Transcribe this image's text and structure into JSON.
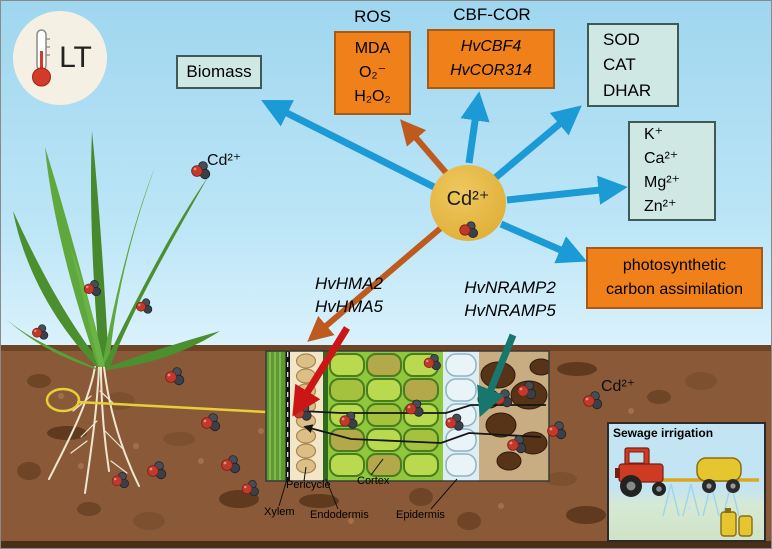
{
  "badge": {
    "label": "LT"
  },
  "nodes": {
    "biomass": {
      "label": "Biomass"
    },
    "ros": {
      "heading": "ROS",
      "lines": [
        "MDA",
        "O₂⁻",
        "H₂O₂"
      ]
    },
    "cbf_cor": {
      "heading": "CBF-COR",
      "lines": [
        "HvCBF4",
        "HvCOR314"
      ]
    },
    "antioxidants": {
      "lines": [
        "SOD",
        "CAT",
        "DHAR"
      ]
    },
    "ions": {
      "lines": [
        "K⁺",
        "Ca²⁺",
        "Mg²⁺",
        "Zn²⁺"
      ]
    },
    "photosynthesis": {
      "lines": [
        "photosynthetic",
        "carbon assimilation"
      ]
    },
    "center": {
      "label": "Cd²⁺"
    },
    "hma_transporters": {
      "lines": [
        "HvHMA2",
        "HvHMA5"
      ]
    },
    "nramp_transporters": {
      "lines": [
        "HvNRAMP2",
        "HvNRAMP5"
      ]
    }
  },
  "labels": {
    "cd_on_plant": "Cd²⁺",
    "cd_in_soil": "Cd²⁺"
  },
  "root_section": {
    "pericycle": "Pericycle",
    "cortex": "Cortex",
    "xylem": "Xylem",
    "endodermis": "Endodermis",
    "epidermis": "Epidermis"
  },
  "inset": {
    "title": "Sewage irrigation"
  },
  "icons": {
    "thermometer": "thermometer-icon",
    "cd_molecule": "cd-molecule-icon",
    "tractor_sprayer": "tractor-sprayer-icon"
  },
  "colors": {
    "orange_box": "#F08019",
    "teal_box": "#CFE8E4",
    "blue_arrow": "#1C9AD6",
    "orange_arrow": "#BF5A1E",
    "red_arrow": "#CC1515",
    "teal_arrow": "#17766D",
    "cd_circle": "#E2B33C",
    "sky": "#9FD6EF",
    "soil": "#8A5A38"
  }
}
